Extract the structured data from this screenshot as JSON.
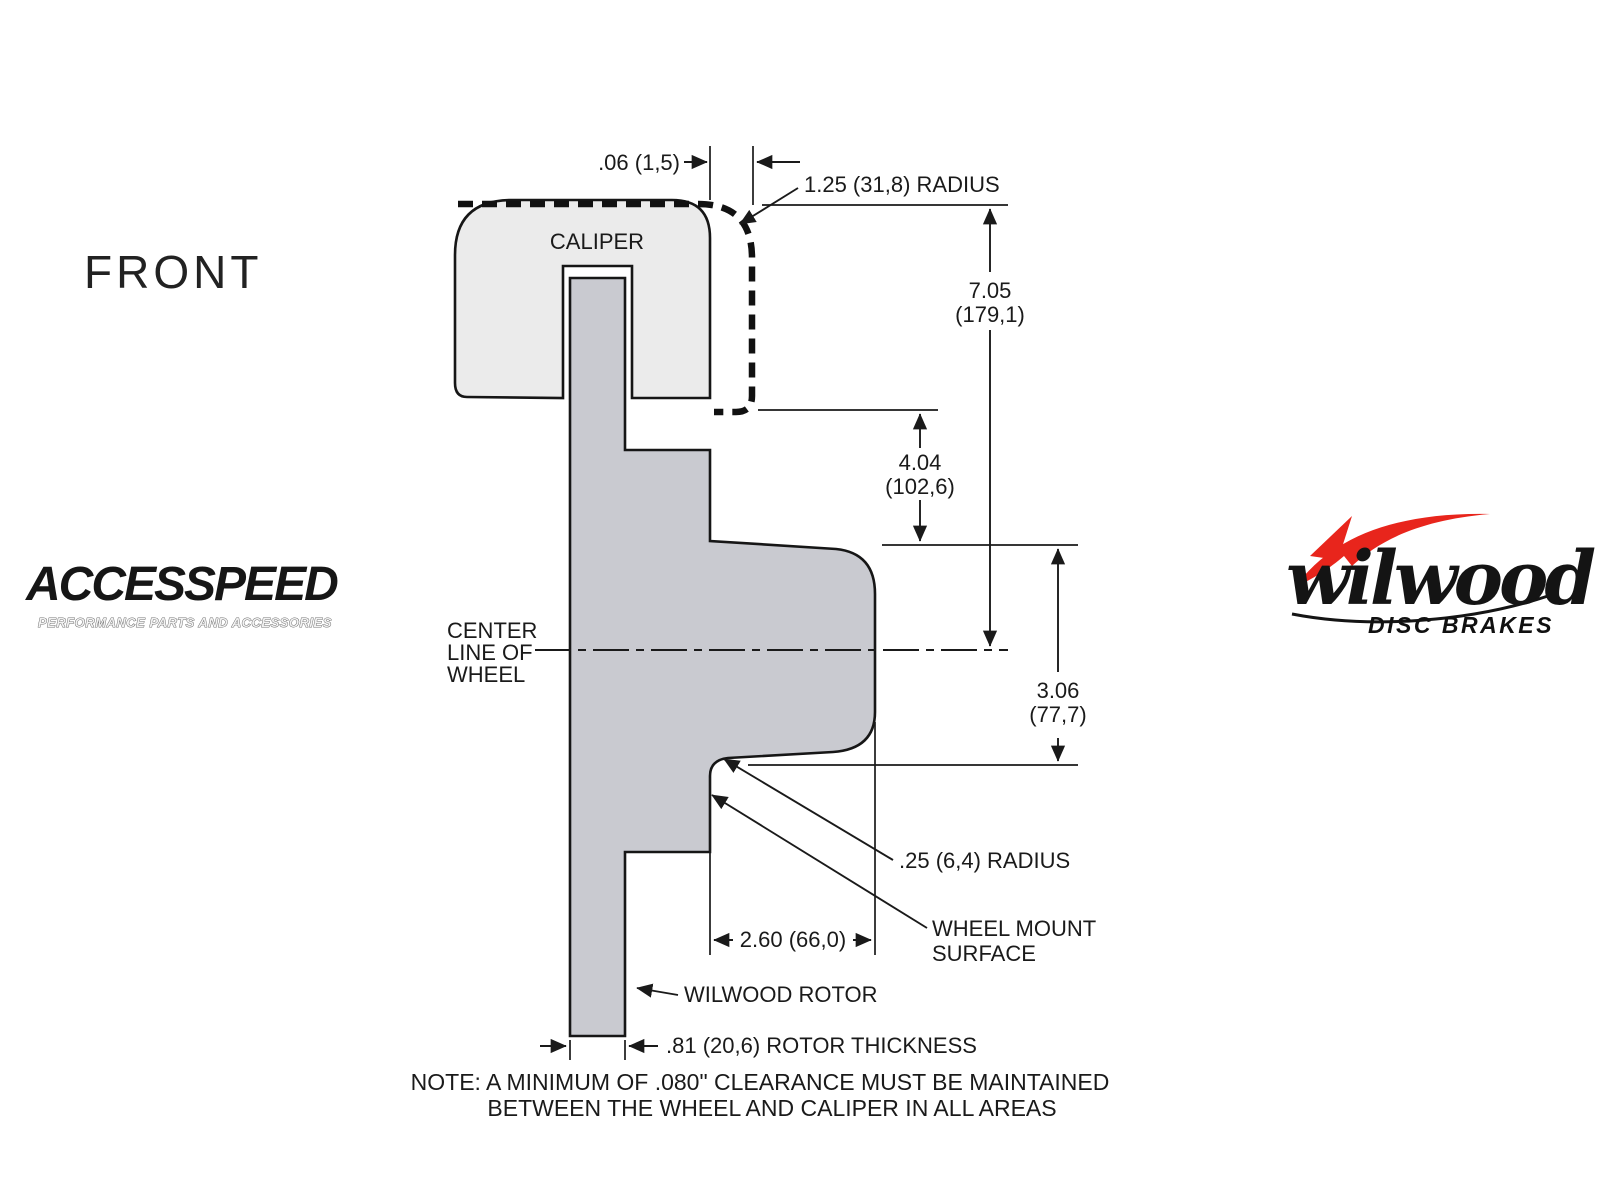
{
  "colors": {
    "background": "#ffffff",
    "line": "#1a1a1a",
    "caliper_fill": "#ebebeb",
    "rotor_fill": "#c9cad0",
    "wilwood_red": "#e8251c"
  },
  "view": {
    "label": "FRONT"
  },
  "drawing": {
    "caliper_label": "CALIPER",
    "centerline_line1": "CENTER",
    "centerline_line2": "LINE OF",
    "centerline_line3": "WHEEL",
    "rotor_callout": "WILWOOD ROTOR",
    "dims": {
      "gap": ".06 (1,5)",
      "caliper_radius": "1.25 (31,8) RADIUS",
      "height_in": "7.05",
      "height_mm": "(179,1)",
      "upper_in": "4.04",
      "upper_mm": "(102,6)",
      "lower_in": "3.06",
      "lower_mm": "(77,7)",
      "mount_radius": ".25 (6,4) RADIUS",
      "wheel_mount_line1": "WHEEL MOUNT",
      "wheel_mount_line2": "SURFACE",
      "offset": "2.60 (66,0)",
      "rotor_thickness": ".81 (20,6) ROTOR THICKNESS"
    },
    "note_line1": "NOTE: A MINIMUM OF .080\" CLEARANCE MUST BE MAINTAINED",
    "note_line2": "BETWEEN THE WHEEL AND CALIPER IN ALL AREAS"
  },
  "logos": {
    "accesspeed": {
      "name": "ACCESSPEED",
      "tagline": "PERFORMANCE PARTS AND ACCESSORIES"
    },
    "wilwood": {
      "name": "wilwood",
      "subtitle": "DISC BRAKES"
    }
  }
}
